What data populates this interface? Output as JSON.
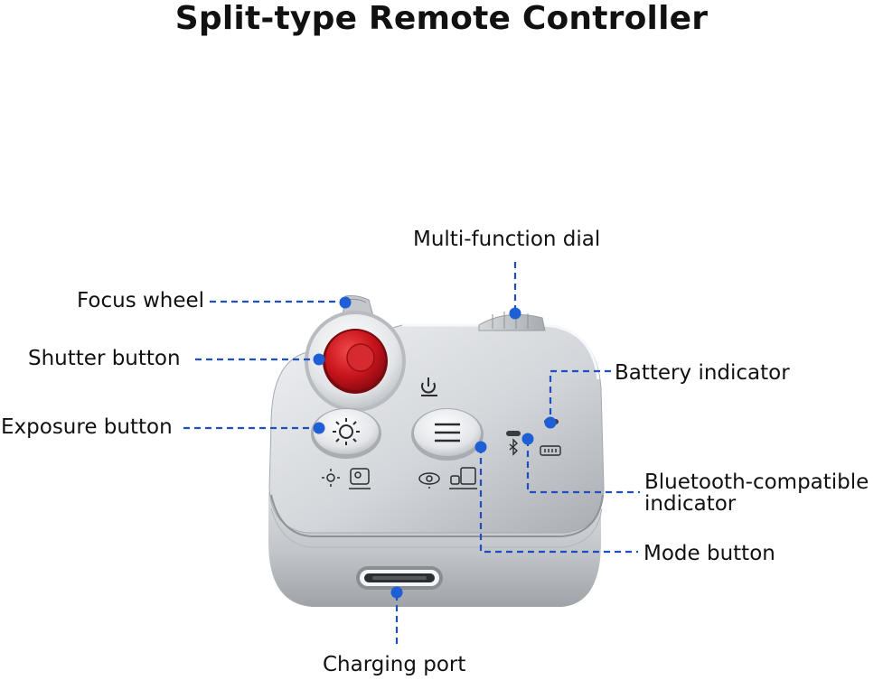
{
  "title": "Split-type Remote Controller",
  "callouts": {
    "multi_function_dial": "Multi-function dial",
    "focus_wheel": "Focus wheel",
    "shutter_button": "Shutter button",
    "battery_indicator": "Battery indicator",
    "exposure_button": "Exposure button",
    "bluetooth_indicator": "Bluetooth-compatible indicator",
    "mode_button": "Mode button",
    "charging_port": "Charging port"
  },
  "colors": {
    "callout_line": "#1f4fbf",
    "callout_dot": "#1f5fd6",
    "shutter_red": "#c8141c",
    "body_silver": "#c9ccd0"
  }
}
